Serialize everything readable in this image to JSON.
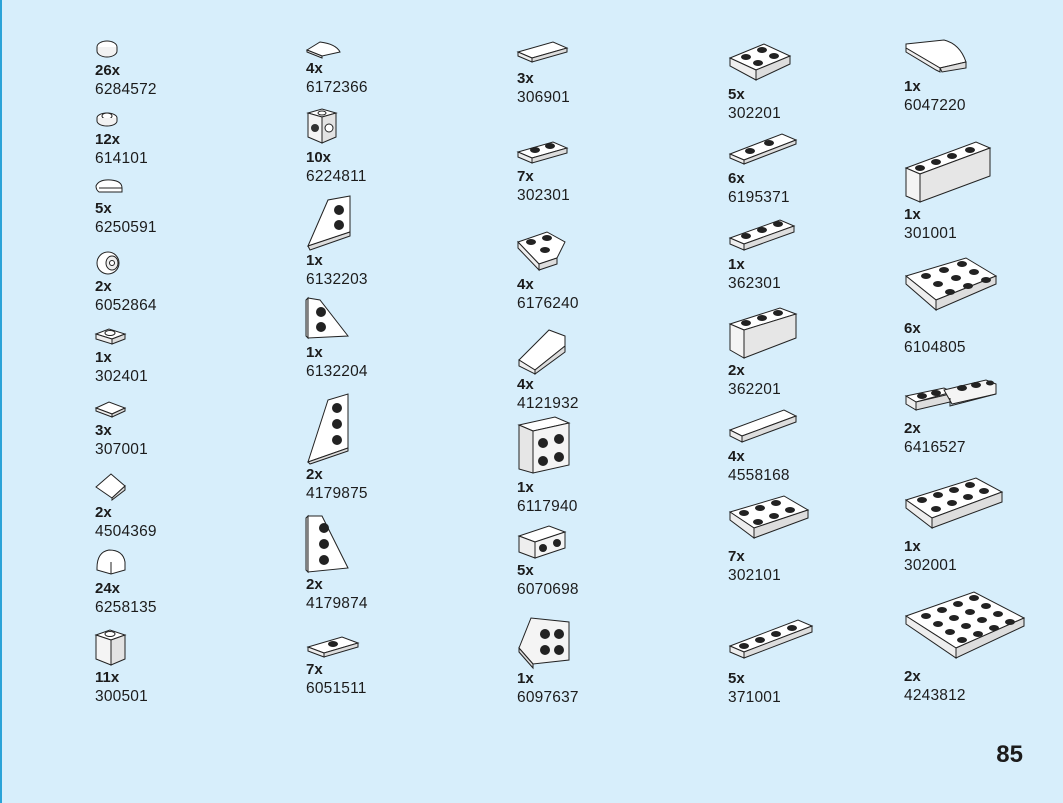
{
  "page_number": "85",
  "columns": [
    {
      "parts": [
        {
          "qty": "26x",
          "id": "6284572",
          "icon": "round-tile-1x1-icon"
        },
        {
          "qty": "12x",
          "id": "614101",
          "icon": "round-plate-1x1-icon"
        },
        {
          "qty": "5x",
          "id": "6250591",
          "icon": "quarter-round-tile-icon"
        },
        {
          "qty": "2x",
          "id": "6052864",
          "icon": "dish-icon"
        },
        {
          "qty": "1x",
          "id": "302401",
          "icon": "plate-1x1-icon"
        },
        {
          "qty": "3x",
          "id": "307001",
          "icon": "tile-1x1-icon"
        },
        {
          "qty": "2x",
          "id": "4504369",
          "icon": "slope-1x1-icon"
        },
        {
          "qty": "24x",
          "id": "6258135",
          "icon": "curved-slope-1x1-icon"
        },
        {
          "qty": "11x",
          "id": "300501",
          "icon": "brick-1x1-icon"
        }
      ]
    },
    {
      "parts": [
        {
          "qty": "4x",
          "id": "6172366",
          "icon": "quarter-circle-tile-icon"
        },
        {
          "qty": "10x",
          "id": "6224811",
          "icon": "brick-studs-on-sides-icon"
        },
        {
          "qty": "1x",
          "id": "6132203",
          "icon": "wedge-plate-left-icon"
        },
        {
          "qty": "1x",
          "id": "6132204",
          "icon": "wedge-plate-right-icon"
        },
        {
          "qty": "2x",
          "id": "4179875",
          "icon": "wedge-plate-long-left-icon"
        },
        {
          "qty": "2x",
          "id": "4179874",
          "icon": "wedge-plate-long-right-icon"
        },
        {
          "qty": "7x",
          "id": "6051511",
          "icon": "jumper-plate-icon"
        }
      ]
    },
    {
      "parts": [
        {
          "qty": "3x",
          "id": "306901",
          "icon": "tile-1x4-icon"
        },
        {
          "qty": "7x",
          "id": "302301",
          "icon": "plate-1x2-icon"
        },
        {
          "qty": "4x",
          "id": "6176240",
          "icon": "corner-plate-icon"
        },
        {
          "qty": "4x",
          "id": "4121932",
          "icon": "slope-1x2-icon"
        },
        {
          "qty": "1x",
          "id": "6117940",
          "icon": "bracket-2x2-icon"
        },
        {
          "qty": "5x",
          "id": "6070698",
          "icon": "bracket-1x2-icon"
        },
        {
          "qty": "1x",
          "id": "6097637",
          "icon": "bracket-inverted-2x2-icon"
        }
      ]
    },
    {
      "parts": [
        {
          "qty": "5x",
          "id": "302201",
          "icon": "plate-2x2-icon"
        },
        {
          "qty": "6x",
          "id": "6195371",
          "icon": "plate-1x4-offset-icon"
        },
        {
          "qty": "1x",
          "id": "362301",
          "icon": "plate-1x3-icon"
        },
        {
          "qty": "2x",
          "id": "362201",
          "icon": "brick-1x3-icon"
        },
        {
          "qty": "4x",
          "id": "4558168",
          "icon": "tile-1x6-icon"
        },
        {
          "qty": "7x",
          "id": "302101",
          "icon": "plate-2x3-icon"
        },
        {
          "qty": "5x",
          "id": "371001",
          "icon": "plate-1x4-icon"
        }
      ]
    },
    {
      "parts": [
        {
          "qty": "1x",
          "id": "6047220",
          "icon": "curved-slope-1x4-icon"
        },
        {
          "qty": "1x",
          "id": "301001",
          "icon": "brick-1x4-icon"
        },
        {
          "qty": "6x",
          "id": "6104805",
          "icon": "plate-3x3-icon"
        },
        {
          "qty": "2x",
          "id": "6416527",
          "icon": "hinge-plate-icon"
        },
        {
          "qty": "1x",
          "id": "302001",
          "icon": "plate-2x4-icon"
        },
        {
          "qty": "2x",
          "id": "4243812",
          "icon": "plate-4x4-icon"
        }
      ]
    }
  ]
}
